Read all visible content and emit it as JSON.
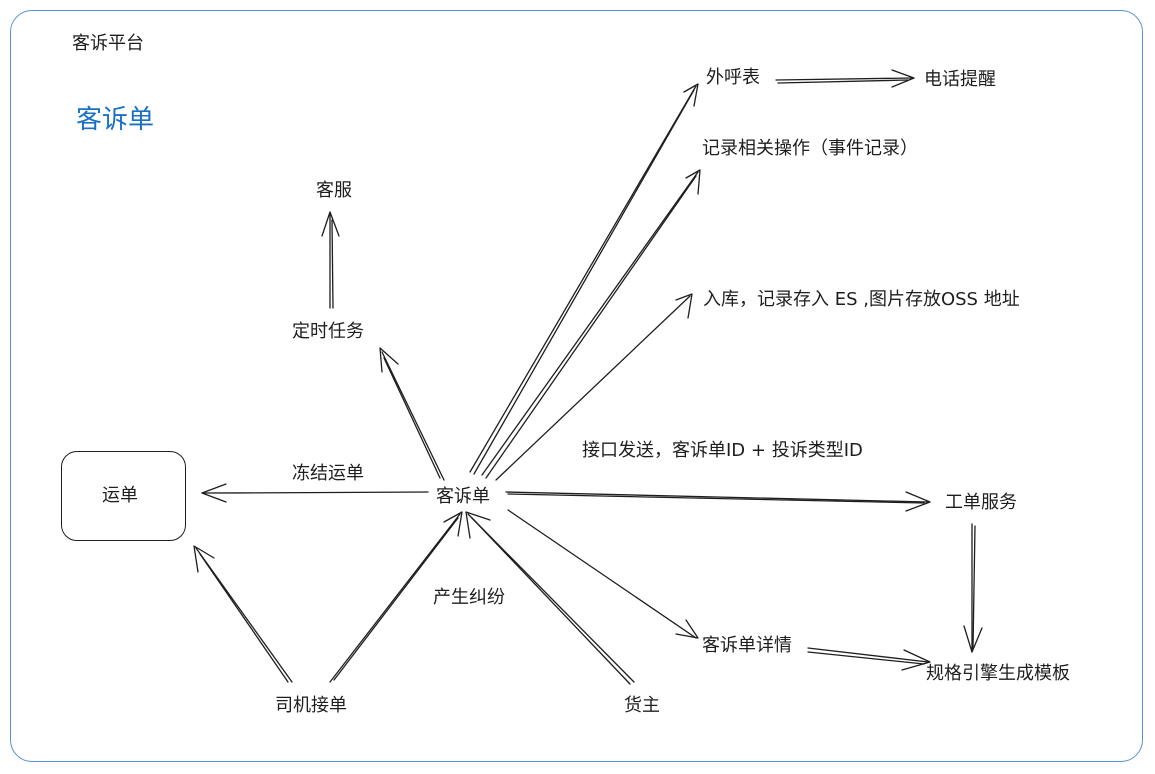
{
  "platform_title": "客诉平台",
  "doc_title": "客诉单",
  "nodes": {
    "waybill": "运单",
    "complaint": "客诉单",
    "customer_service": "客服",
    "scheduled_task": "定时任务",
    "outbound_call": "外呼表",
    "phone_reminder": "电话提醒",
    "record_ops": "记录相关操作（事件记录）",
    "storage": "入库，记录存入 ES ,图片存放OSS 地址",
    "work_order": "工单服务",
    "complaint_detail": "客诉单详情",
    "template_engine": "规格引擎生成模板",
    "driver": "司机接单",
    "shipper": "货主"
  },
  "edge_labels": {
    "freeze": "冻结运单",
    "api_send": "接口发送，客诉单ID +  投诉类型ID",
    "dispute": "产生纠纷"
  },
  "colors": {
    "stroke": "#1e1e1e",
    "frame": "#5b8fd6",
    "accent": "#1971c2"
  }
}
